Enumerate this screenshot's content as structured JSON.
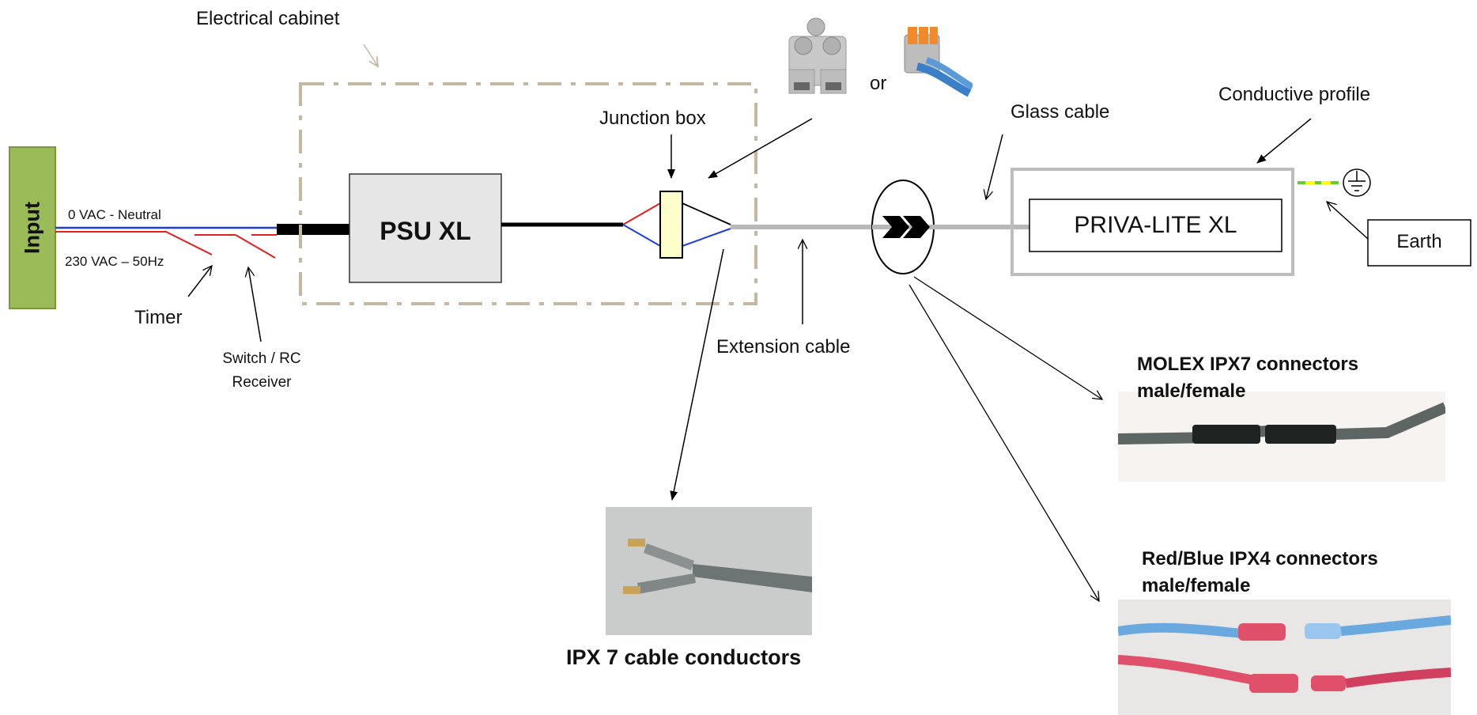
{
  "labels": {
    "electrical_cabinet": "Electrical cabinet",
    "or": "or",
    "junction_box": "Junction box",
    "glass_cable": "Glass cable",
    "conductive_profile": "Conductive profile",
    "input": "Input",
    "neutral": "0 VAC - Neutral",
    "phase": "230 VAC – 50Hz",
    "psu": "PSU XL",
    "priva_lite": "PRIVA-LITE XL",
    "earth": "Earth",
    "timer": "Timer",
    "switch_line1": "Switch / RC",
    "switch_line2": "Receiver",
    "extension_cable": "Extension cable",
    "molex_line1": "MOLEX IPX7 connectors",
    "molex_line2": "male/female",
    "redblue_line1": "Red/Blue IPX4 connectors",
    "redblue_line2": "male/female",
    "ipx7_caption": "IPX 7 cable conductors"
  },
  "icons": {
    "earth_symbol": "earth-ground-icon",
    "connector_chevrons": "double-chevron-connector-icon",
    "screw_terminal": "screw-terminal-block-icon",
    "lever_connector": "lever-connector-icon"
  },
  "colors": {
    "input_fill": "#9bbb59",
    "input_border": "#7a9a3a",
    "neutral_wire": "#1f3fd6",
    "phase_wire": "#e02020",
    "cabinet_border": "#c4b8a0",
    "glass_cable": "#b8b8b8",
    "junction_fill": "#ffffcc",
    "psu_fill": "#e6e6e6",
    "earth_green": "#66cc33",
    "earth_yellow": "#ffff00"
  }
}
